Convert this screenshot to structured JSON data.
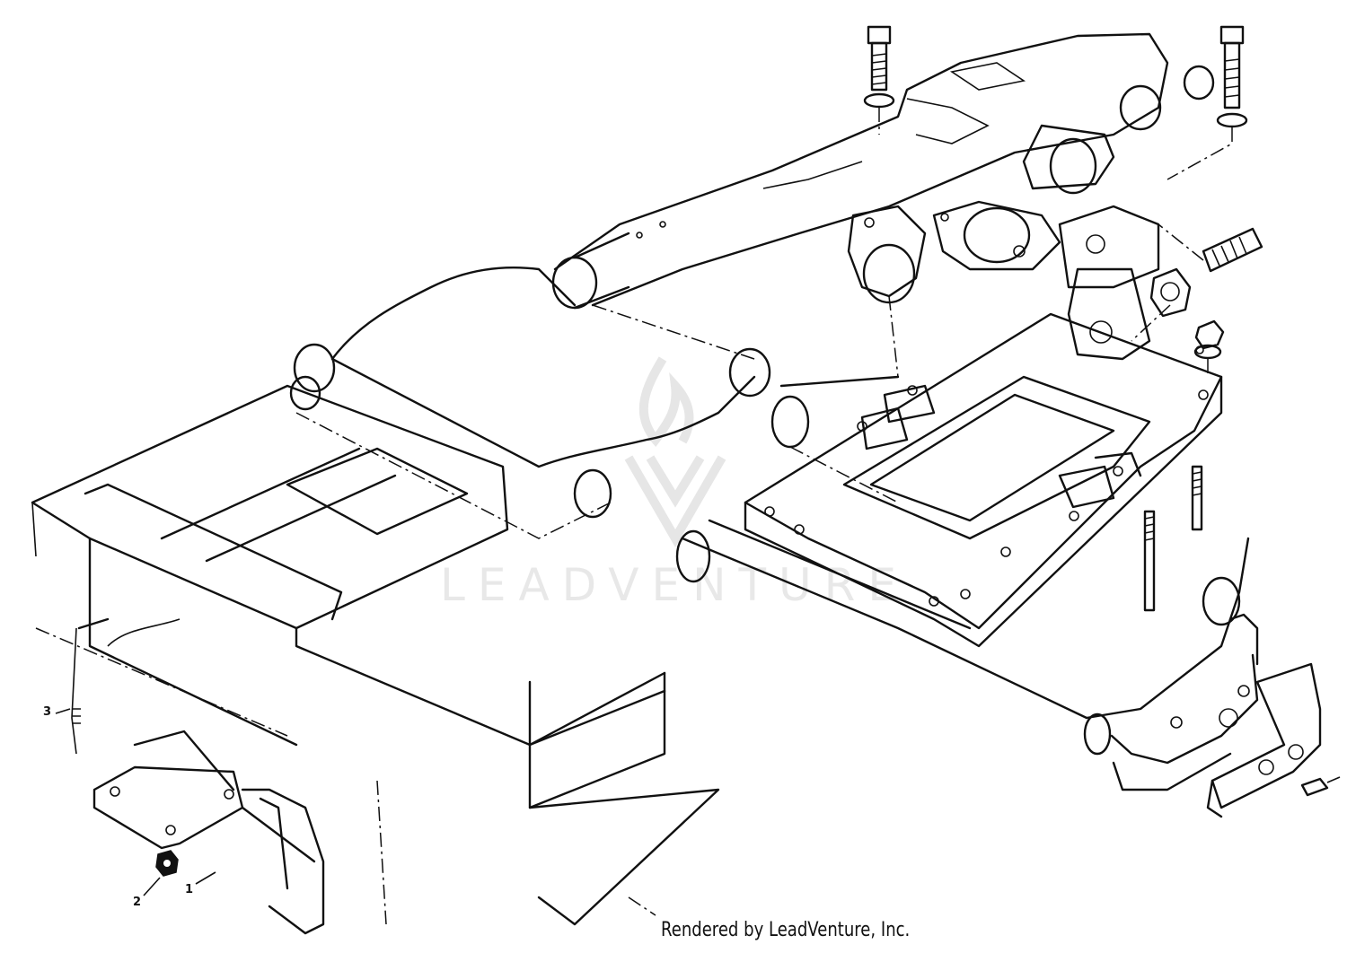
{
  "watermark": {
    "text": "LEADVENTURE"
  },
  "callouts": [
    {
      "id": "1",
      "label": "1"
    },
    {
      "id": "2",
      "label": "2"
    },
    {
      "id": "3",
      "label": "3"
    }
  ],
  "footer": {
    "credit": "Rendered by LeadVenture, Inc."
  }
}
